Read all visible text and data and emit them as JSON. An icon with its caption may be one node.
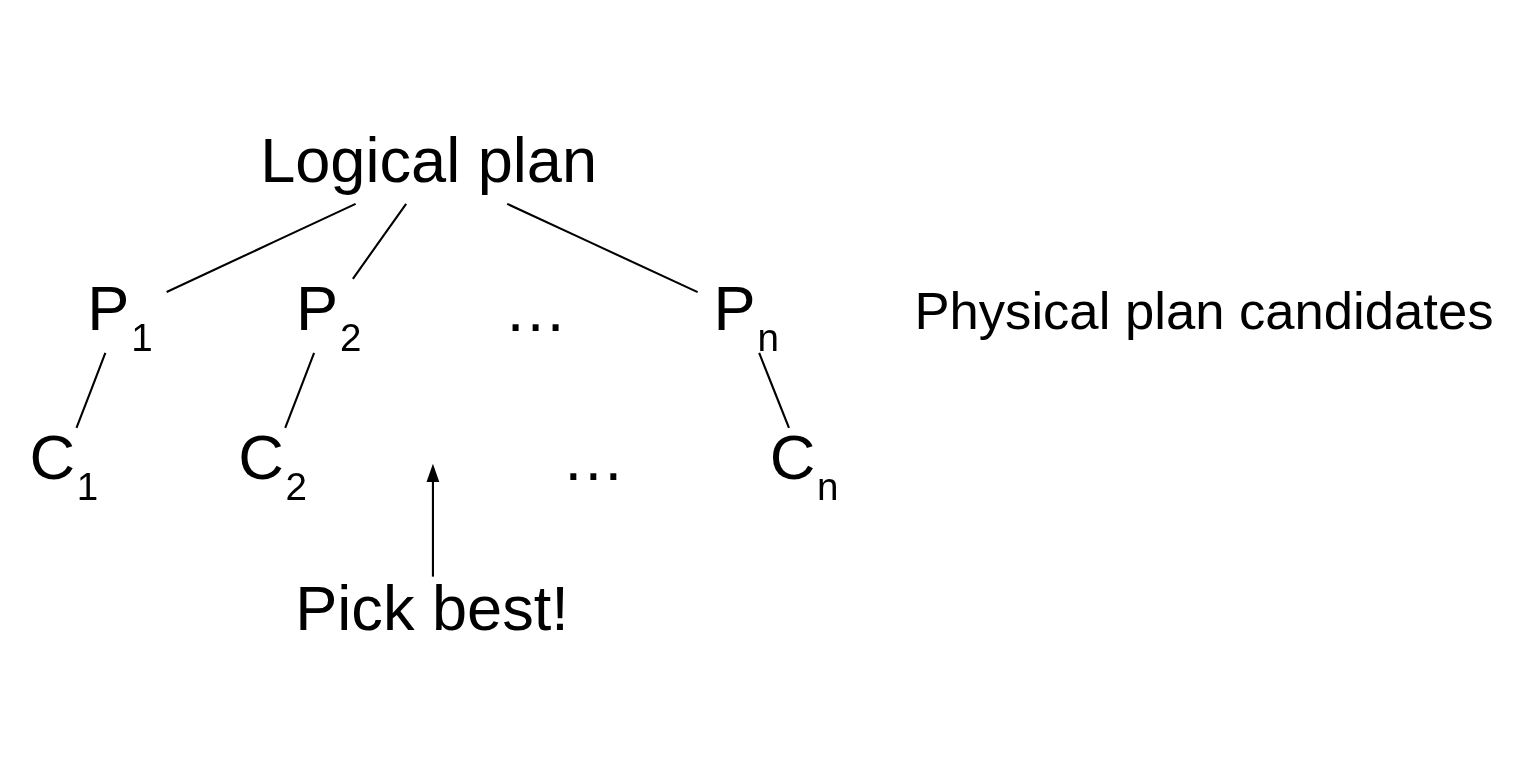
{
  "diagram": {
    "nodes": [
      {
        "text": [
          "Logical plan"
        ]
      },
      {
        "text": [
          "P$_{1}$"
        ]
      },
      {
        "text": [
          "P$_{2}$"
        ]
      },
      {
        "text": [
          "P$_{n}$"
        ]
      },
      {
        "text": [
          "C$_{1}$"
        ]
      },
      {
        "text": [
          "C$_{2}$"
        ]
      },
      {
        "text": [
          "C$_{n}$"
        ]
      },
      {
        "text": [
          "Pick best!"
        ]
      }
    ],
    "edges": [
      {
        "from": 0,
        "to": 1,
        "arrow": "none"
      },
      {
        "from": 0,
        "to": 2,
        "arrow": "none"
      },
      {
        "from": 0,
        "to": 3,
        "arrow": "none"
      },
      {
        "from": 1,
        "to": 4,
        "arrow": "none"
      },
      {
        "from": 2,
        "to": 5,
        "arrow": "none"
      },
      {
        "from": 3,
        "to": 6,
        "arrow": "none"
      },
      {
        "from": 7,
        "to": null,
        "arrow": "to"
      }
    ],
    "labels": [
      "…",
      "Physical plan candidates",
      "…"
    ]
  }
}
